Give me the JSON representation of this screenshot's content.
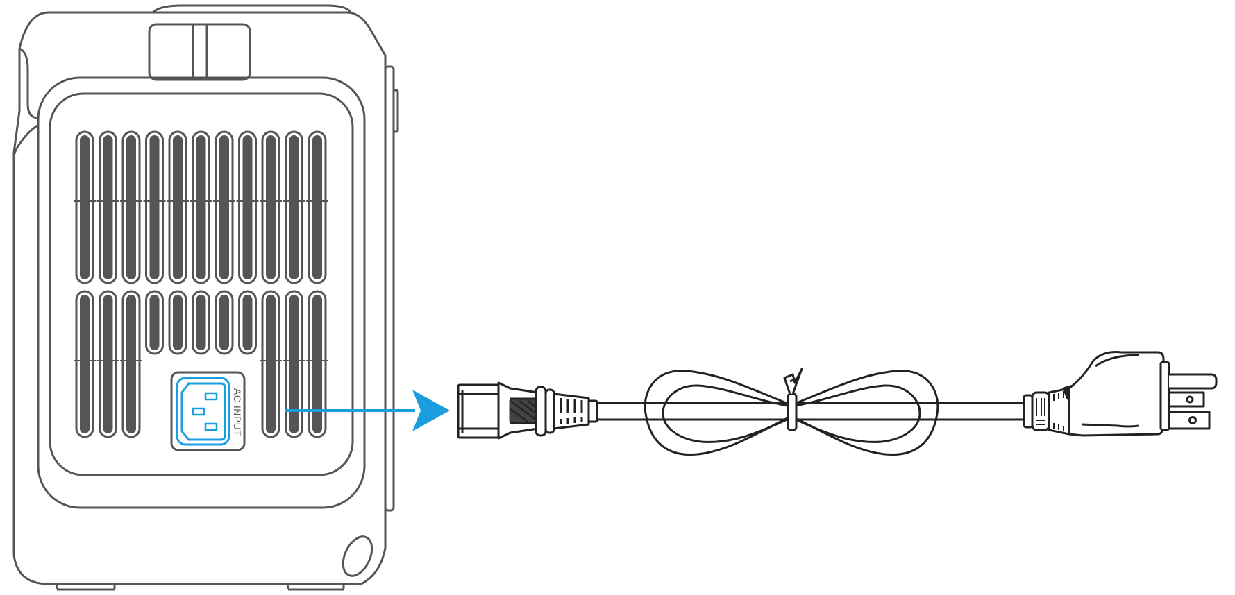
{
  "diagram": {
    "ac_port_label": "AC INPUT",
    "colors": {
      "line": "#222222",
      "device_line": "#555555",
      "accent": "#1a9ee0",
      "background": "#ffffff"
    },
    "icons": {
      "device": "power-station-side-view",
      "port": "iec-c14-inlet",
      "arrow": "arrow-right",
      "cable": "ac-power-cord"
    }
  }
}
